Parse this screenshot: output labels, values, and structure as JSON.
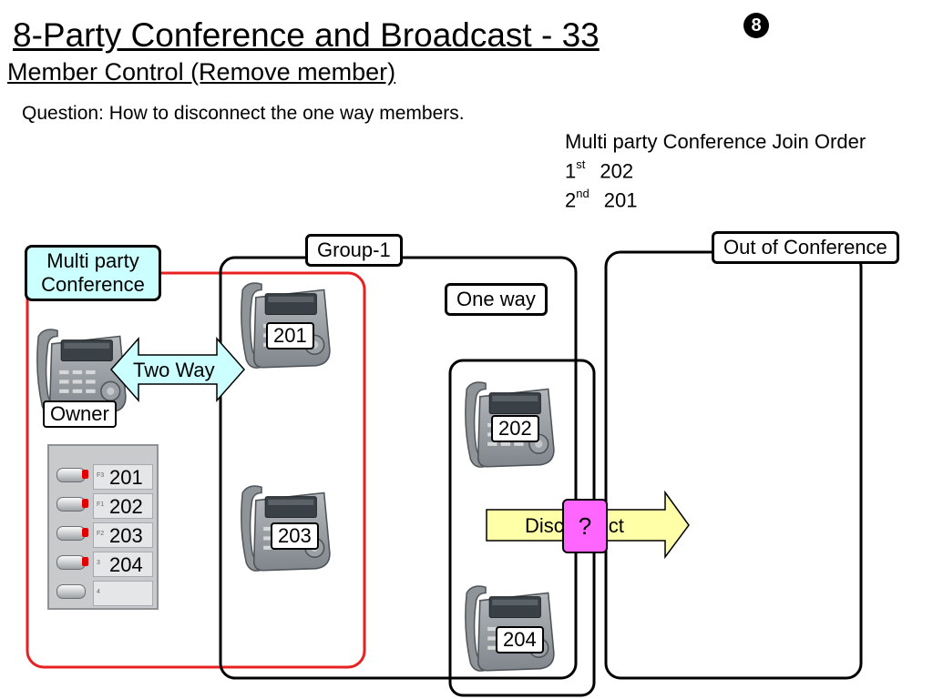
{
  "slide": {
    "title": "8-Party Conference and Broadcast - 33",
    "subtitle": "Member Control (Remove member)",
    "number": "8",
    "question": "Question: How to disconnect the one way members."
  },
  "join_order": {
    "heading": "Multi party Conference Join Order",
    "rows": [
      {
        "ord": "1",
        "suffix": "st",
        "ext": "202"
      },
      {
        "ord": "2",
        "suffix": "nd",
        "ext": "201"
      }
    ]
  },
  "labels": {
    "multi_party": "Multi party Conference",
    "owner": "Owner",
    "two_way": "Two Way",
    "group1": "Group-1",
    "one_way": "One way",
    "out_of_conference": "Out of Conference",
    "disconnect": "Disconnect",
    "question_mark": "?"
  },
  "phones": [
    {
      "id": "owner",
      "ext": ""
    },
    {
      "id": "201",
      "ext": "201"
    },
    {
      "id": "203",
      "ext": "203"
    },
    {
      "id": "202",
      "ext": "202"
    },
    {
      "id": "204",
      "ext": "204"
    }
  ],
  "key_panel": {
    "keys": [
      {
        "label": "201",
        "tag": "F3",
        "led": true
      },
      {
        "label": "202",
        "tag": "F1",
        "led": true
      },
      {
        "label": "203",
        "tag": "F2",
        "led": true
      },
      {
        "label": "204",
        "tag": "3",
        "led": true
      },
      {
        "label": "",
        "tag": "4",
        "led": false
      }
    ]
  },
  "colors": {
    "multi_party_fill": "#ccffff",
    "red_border": "#e82020",
    "disconnect_fill": "#ffffa8",
    "question_fill": "#ff66ff"
  }
}
